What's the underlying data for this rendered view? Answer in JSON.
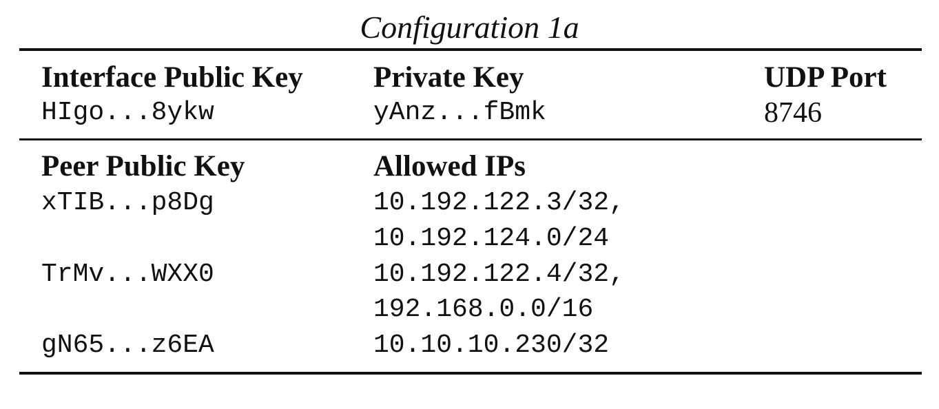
{
  "caption": "Configuration 1a",
  "interface": {
    "headers": {
      "public_key": "Interface Public Key",
      "private_key": "Private Key",
      "udp_port": "UDP Port"
    },
    "values": {
      "public_key": "HIgo...8ykw",
      "private_key": "yAnz...fBmk",
      "udp_port": "8746"
    }
  },
  "peers": {
    "headers": {
      "public_key": "Peer Public Key",
      "allowed_ips": "Allowed IPs"
    },
    "rows": [
      {
        "public_key": "xTIB...p8Dg",
        "allowed_ips": [
          "10.192.122.3/32,",
          "10.192.124.0/24"
        ]
      },
      {
        "public_key": "TrMv...WXX0",
        "allowed_ips": [
          "10.192.122.4/32,",
          "192.168.0.0/16"
        ]
      },
      {
        "public_key": "gN65...z6EA",
        "allowed_ips": [
          "10.10.10.230/32"
        ]
      }
    ]
  }
}
